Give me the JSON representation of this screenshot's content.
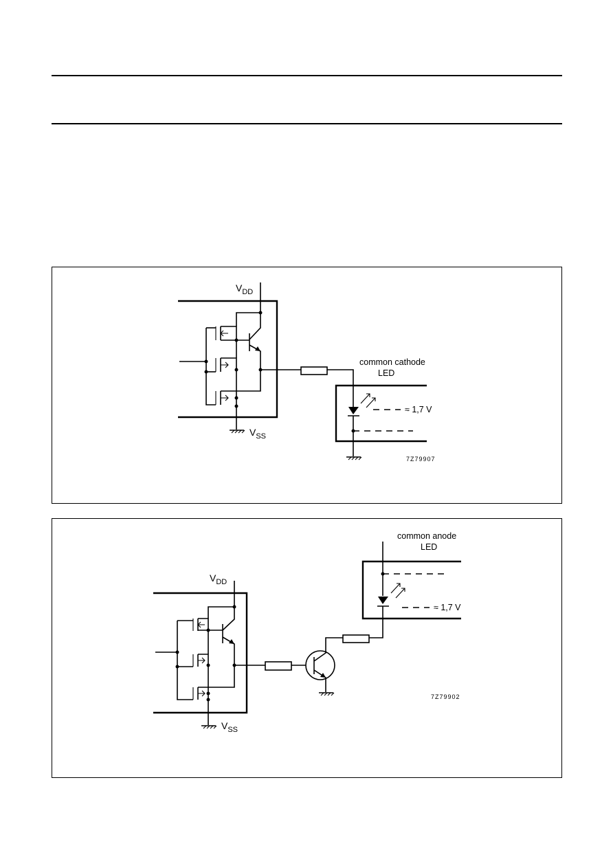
{
  "figure1": {
    "vdd": "V",
    "vdd_sub": "DD",
    "vss": "V",
    "vss_sub": "SS",
    "led_label_line1": "common cathode",
    "led_label_line2": "LED",
    "voltage": "≈ 1,7 V",
    "code": "7Z79907"
  },
  "figure2": {
    "vdd": "V",
    "vdd_sub": "DD",
    "vss": "V",
    "vss_sub": "SS",
    "led_label_line1": "common anode",
    "led_label_line2": "LED",
    "voltage": "≈ 1,7 V",
    "code": "7Z79902"
  }
}
